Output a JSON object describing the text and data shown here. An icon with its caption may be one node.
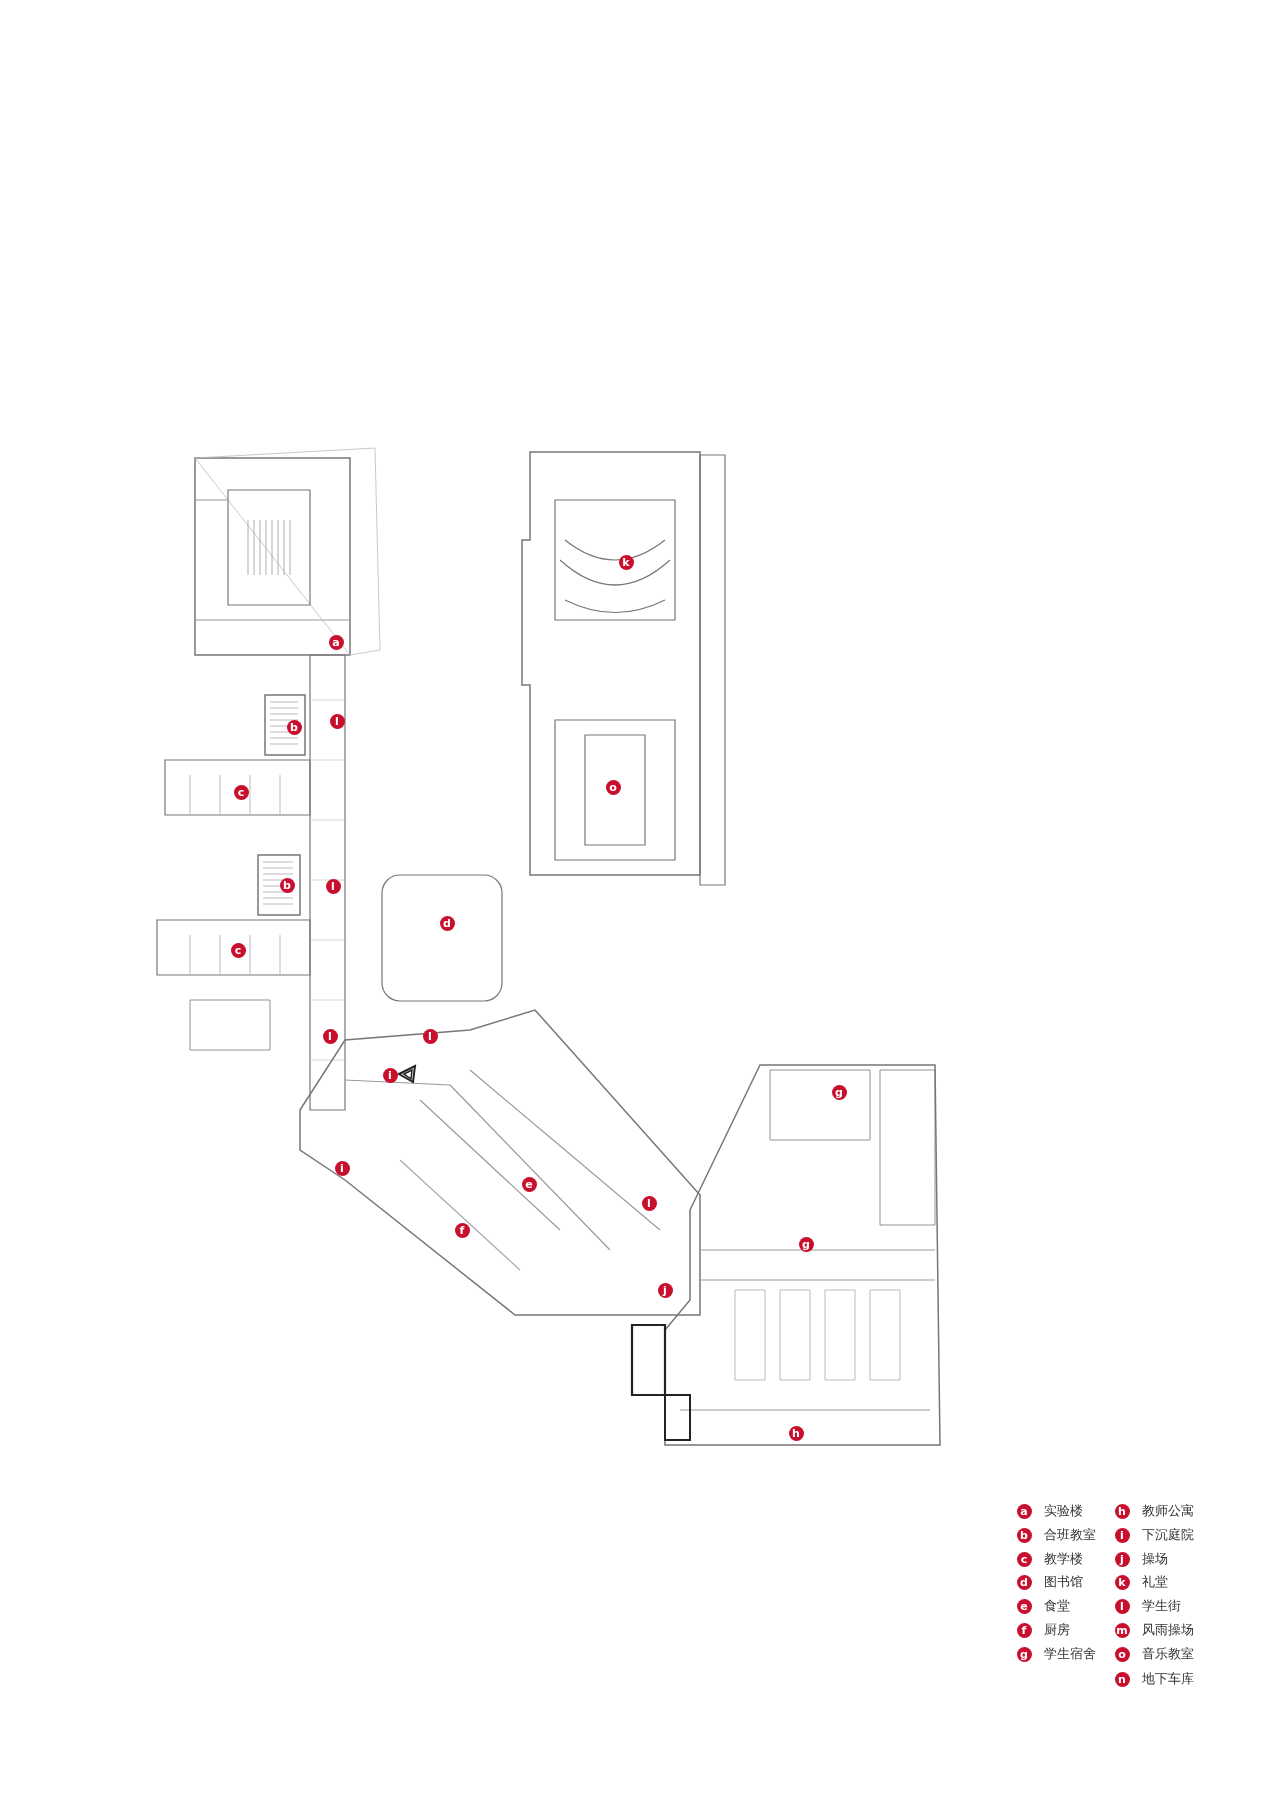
{
  "diagram": {
    "labels": [
      "k",
      "a",
      "l",
      "b",
      "o",
      "c",
      "b",
      "l",
      "d",
      "c",
      "l",
      "l",
      "i",
      "g",
      "i",
      "e",
      "l",
      "f",
      "g",
      "j",
      "h",
      "a",
      "b",
      "c",
      "d",
      "e",
      "f",
      "g",
      "h",
      "i",
      "j",
      "k",
      "l",
      "m",
      "o",
      "n"
    ],
    "legend": [
      {
        "text": "实验楼"
      },
      {
        "text": "合班教室"
      },
      {
        "text": "教学楼"
      },
      {
        "text": "图书馆"
      },
      {
        "text": "食堂"
      },
      {
        "text": "厨房"
      },
      {
        "text": "学生宿舍"
      },
      {
        "text": "教师公寓"
      },
      {
        "text": "下沉庭院"
      },
      {
        "text": "操场"
      },
      {
        "text": "礼堂"
      },
      {
        "text": "学生街"
      },
      {
        "text": "风雨操场"
      },
      {
        "text": "音乐教室"
      },
      {
        "text": "地下车库"
      }
    ]
  }
}
